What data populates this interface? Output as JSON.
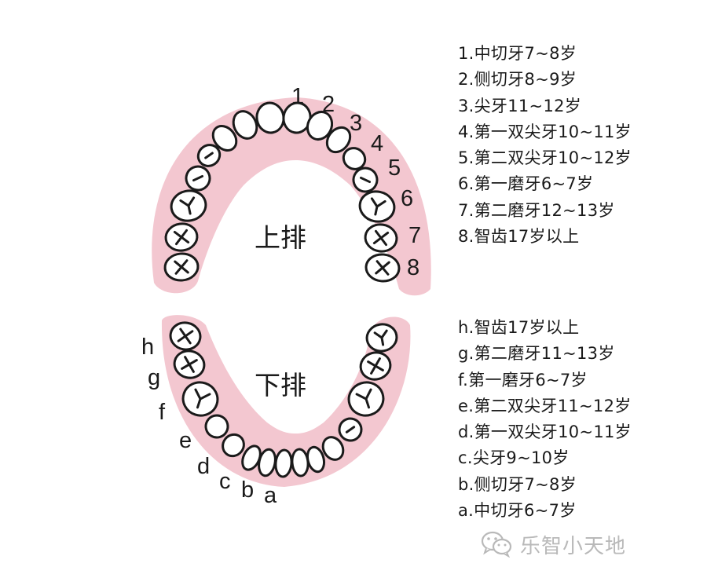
{
  "upper": {
    "title": "上排",
    "tooth_numbers": [
      "1",
      "2",
      "3",
      "4",
      "5",
      "6",
      "7",
      "8"
    ],
    "legend": [
      "1.中切牙7~8岁",
      "2.侧切牙8~9岁",
      "3.尖牙11~12岁",
      "4.第一双尖牙10~11岁",
      "5.第二双尖牙10~12岁",
      "6.第一磨牙6~7岁",
      "7.第二磨牙12~13岁",
      "8.智齿17岁以上"
    ]
  },
  "lower": {
    "title": "下排",
    "tooth_letters": [
      "h",
      "g",
      "f",
      "e",
      "d",
      "c",
      "b",
      "a"
    ],
    "legend": [
      "h.智齿17岁以上",
      "g.第二磨牙11~13岁",
      "f.第一磨牙6~7岁",
      "e.第二双尖牙11~12岁",
      "d.第一双尖牙10~11岁",
      "c.尖牙9~10岁",
      "b.侧切牙7~8岁",
      "a.中切牙6~7岁"
    ]
  },
  "watermark": {
    "text": "乐智小天地",
    "icon": "wechat-icon"
  },
  "colors": {
    "gum": "#f3c7d0",
    "tooth_fill": "#ffffff",
    "outline": "#1a1a1a",
    "watermark": "#b9b9b9"
  }
}
